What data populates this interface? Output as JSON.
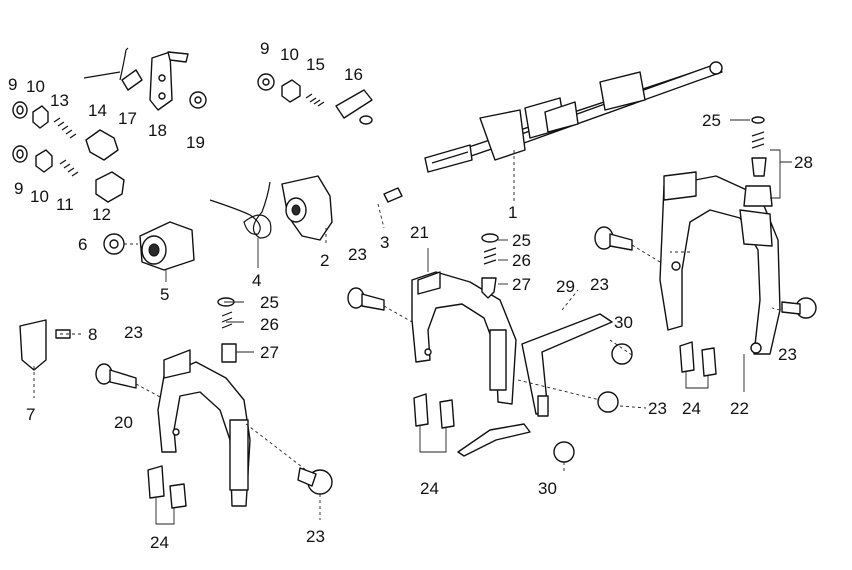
{
  "callouts": {
    "c1": "1",
    "c2": "2",
    "c3": "3",
    "c4": "4",
    "c5": "5",
    "c6": "6",
    "c7": "7",
    "c8": "8",
    "c9a": "9",
    "c9b": "9",
    "c9c": "9",
    "c10a": "10",
    "c10b": "10",
    "c10c": "10",
    "c11": "11",
    "c12": "12",
    "c13": "13",
    "c14": "14",
    "c15": "15",
    "c16": "16",
    "c17": "17",
    "c18": "18",
    "c19": "19",
    "c20": "20",
    "c21": "21",
    "c22": "22",
    "c23a": "23",
    "c23b": "23",
    "c23c": "23",
    "c23d": "23",
    "c23e": "23",
    "c23f": "23",
    "c24a": "24",
    "c24b": "24",
    "c24c": "24",
    "c25a": "25",
    "c25b": "25",
    "c25c": "25",
    "c26a": "26",
    "c26b": "26",
    "c27a": "27",
    "c27b": "27",
    "c28": "28",
    "c29": "29",
    "c30a": "30",
    "c30b": "30"
  }
}
